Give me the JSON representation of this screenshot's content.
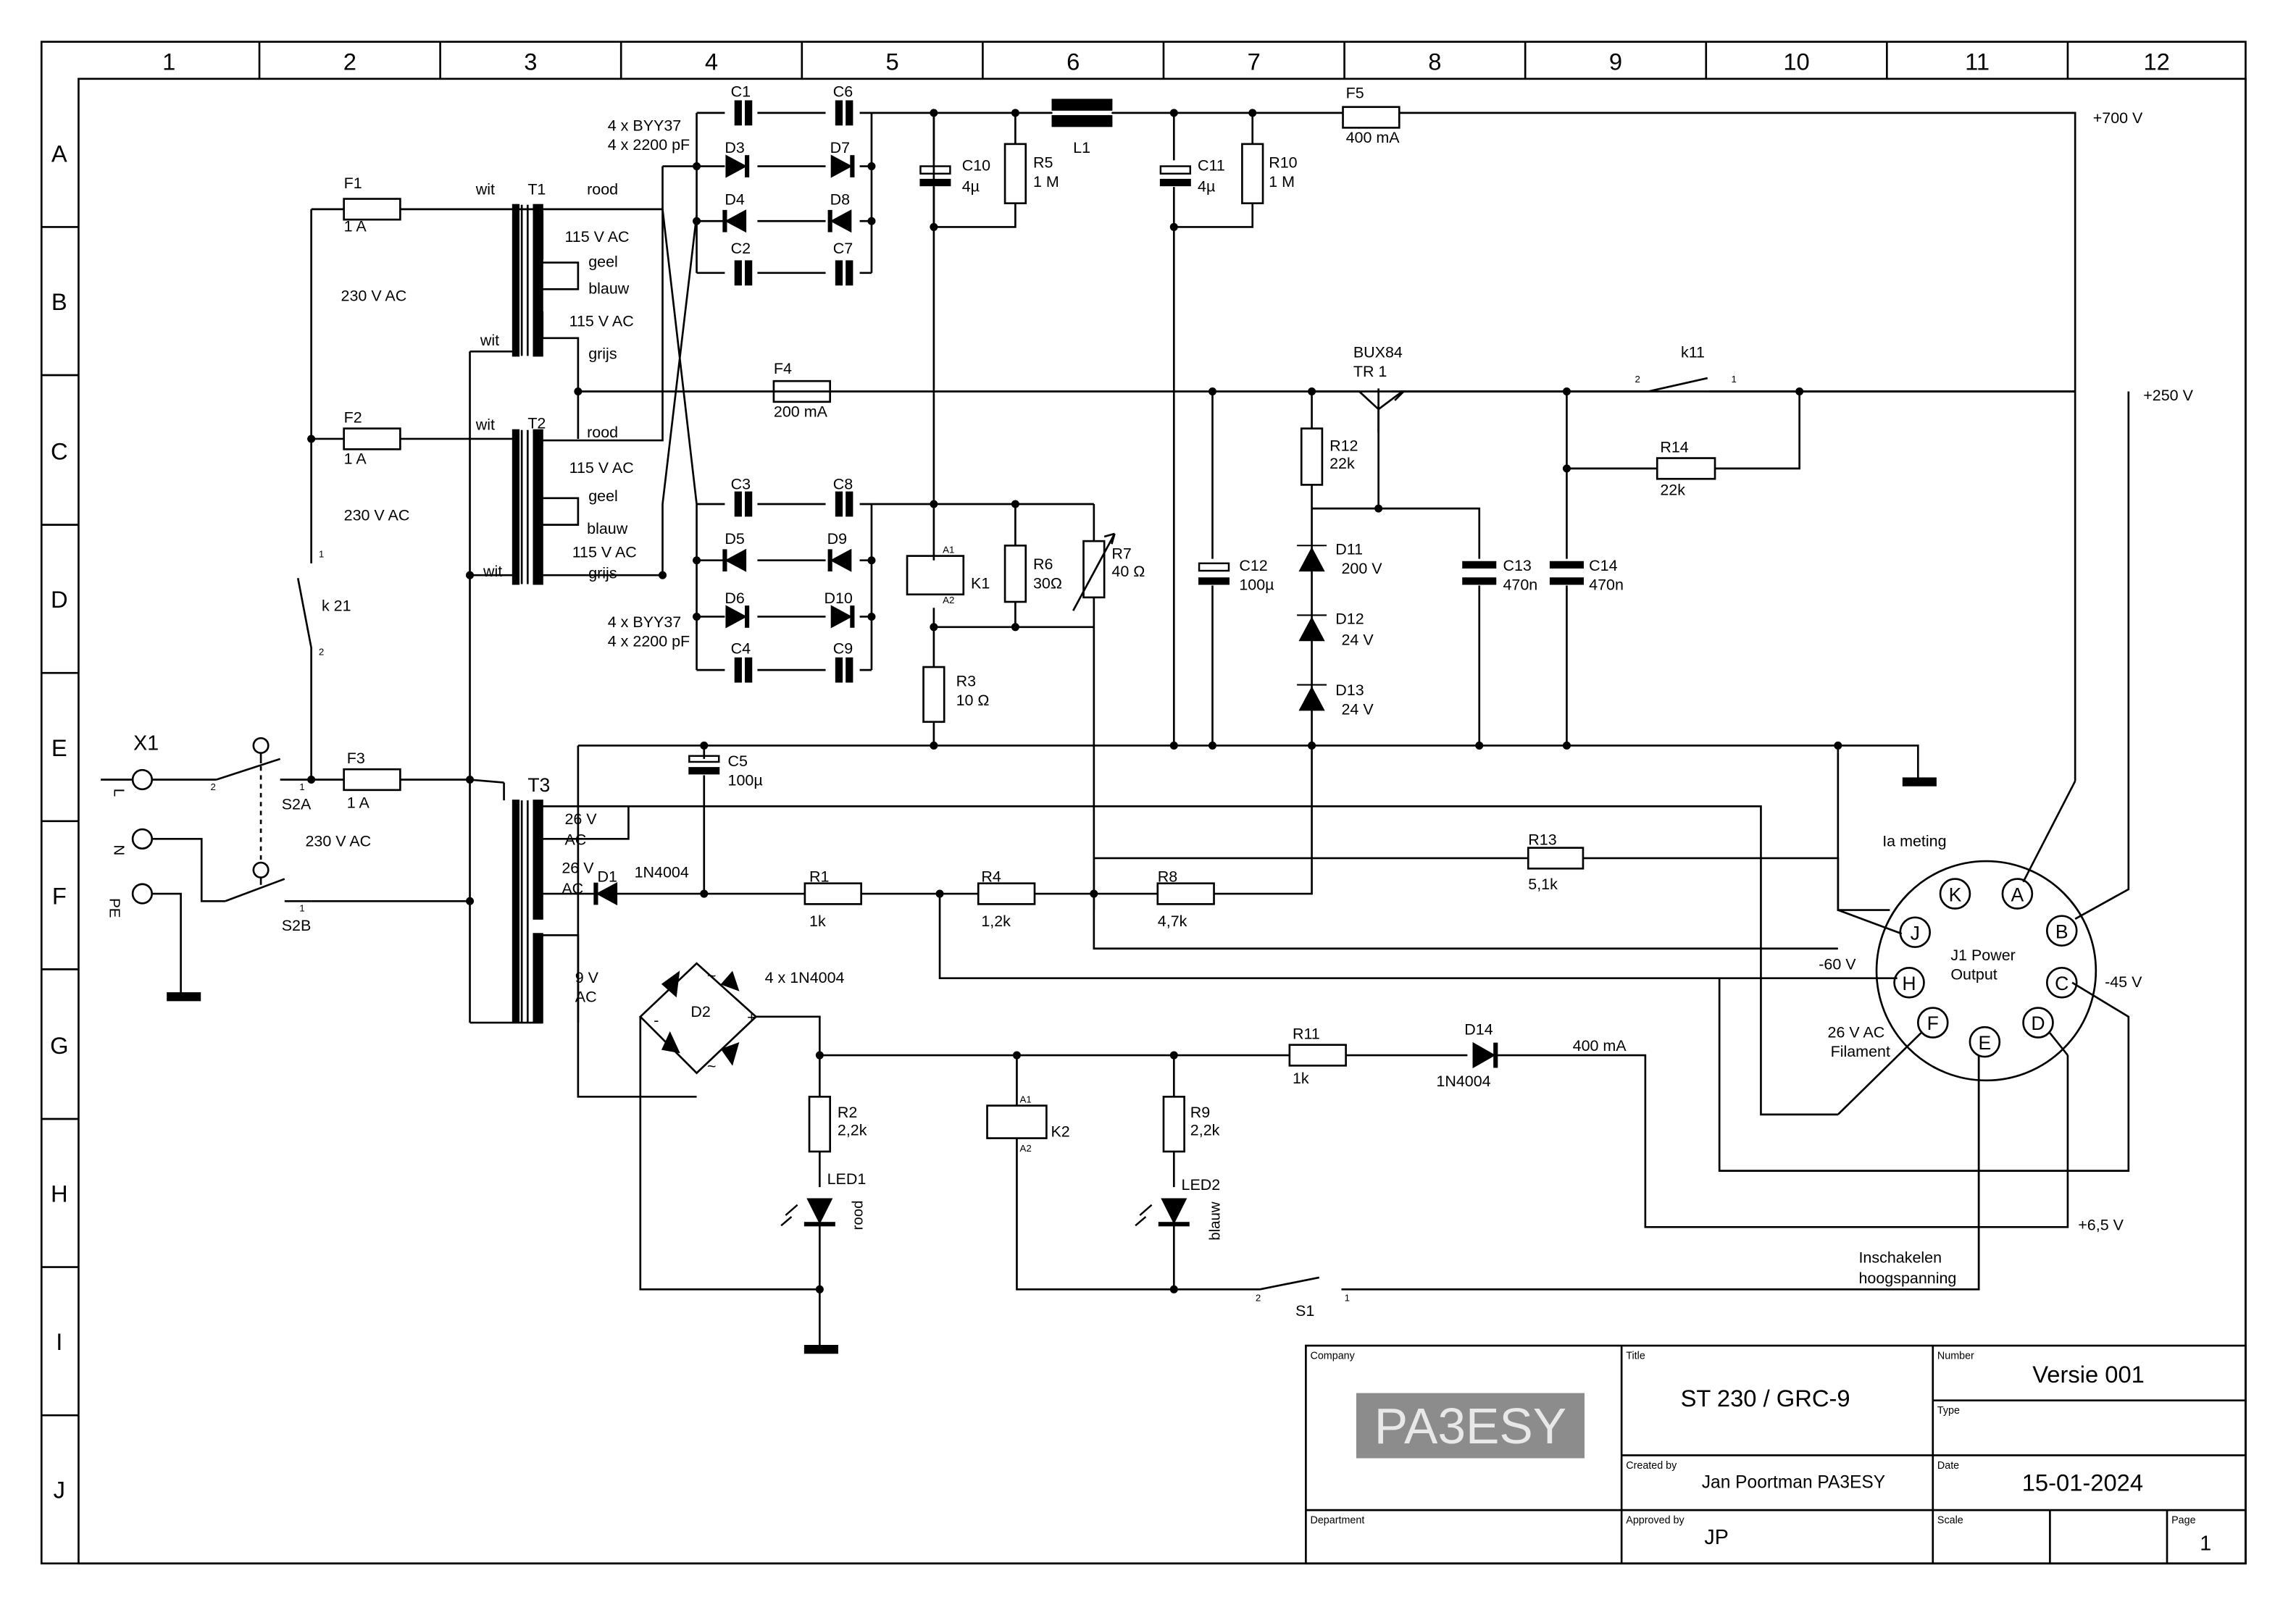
{
  "frame": {
    "columns": [
      "1",
      "2",
      "3",
      "4",
      "5",
      "6",
      "7",
      "8",
      "9",
      "10",
      "11",
      "12"
    ],
    "rows": [
      "A",
      "B",
      "C",
      "D",
      "E",
      "F",
      "G",
      "H",
      "I",
      "J"
    ]
  },
  "title_block": {
    "company_label": "Company",
    "company_logo_text": "PA3ESY",
    "department_label": "Department",
    "title_label": "Title",
    "title": "ST 230 / GRC-9",
    "created_label": "Created by",
    "created_by": "Jan Poortman PA3ESY",
    "approved_label": "Approved by",
    "approved_by": "JP",
    "number_label": "Number",
    "number": "Versie 001",
    "type_label": "Type",
    "date_label": "Date",
    "date": "15-01-2024",
    "scale_label": "Scale",
    "page_label": "Page",
    "page": "1"
  },
  "labels": {
    "F1": "F1",
    "F1v": "1 A",
    "F2": "F2",
    "F2v": "1 A",
    "F3": "F3",
    "F3v": "1 A",
    "F4": "F4",
    "F4v": "200 mA",
    "F5": "F5",
    "F5v": "400 mA",
    "mains1": "230 V AC",
    "mains2": "230 V AC",
    "mains3": "230 V AC",
    "T1": "T1",
    "T2": "T2",
    "T3": "T3",
    "wit1": "wit",
    "wit2": "wit",
    "wit3": "wit",
    "wit4": "wit",
    "rood1": "rood",
    "rood2": "rood",
    "t1_115a": "115 V AC",
    "geel1": "geel",
    "blauw1": "blauw",
    "t1_115b": "115 V AC",
    "grijs1": "grijs",
    "t2_115a": "115 V AC",
    "geel2": "geel",
    "blauw2": "blauw",
    "t2_115b": "115 V AC",
    "grijs2": "grijs",
    "byy1a": "4 x BYY37",
    "byy1b": "4 x 2200 pF",
    "byy2a": "4 x BYY37",
    "byy2b": "4 x 2200 pF",
    "C1": "C1",
    "C2": "C2",
    "C3": "C3",
    "C4": "C4",
    "C5": "C5",
    "C5v": "100µ",
    "C6": "C6",
    "C7": "C7",
    "C8": "C8",
    "C9": "C9",
    "C10": "C10",
    "C10v": "4µ",
    "C11": "C11",
    "C11v": "4µ",
    "C12": "C12",
    "C12v": "100µ",
    "C13": "C13",
    "C13v": "470n",
    "C14": "C14",
    "C14v": "470n",
    "D1": "D1",
    "D2": "D2",
    "D3": "D3",
    "D4": "D4",
    "D5": "D5",
    "D6": "D6",
    "D7": "D7",
    "D8": "D8",
    "D9": "D9",
    "D10": "D10",
    "D11": "D11",
    "D11v": "200 V",
    "D12": "D12",
    "D12v": "24 V",
    "D13": "D13",
    "D13v": "24 V",
    "D14": "D14",
    "D14v": "1N4004",
    "D1v": "1N4004",
    "D2v": "4 x 1N4004",
    "R1": "R1",
    "R1v": "1k",
    "R2": "R2",
    "R2v": "2,2k",
    "R3": "R3",
    "R3v": "10 Ω",
    "R4": "R4",
    "R4v": "1,2k",
    "R5": "R5",
    "R5v": "1 M",
    "R6": "R6",
    "R6v": "30Ω",
    "R7": "R7",
    "R7v": "40 Ω",
    "R8": "R8",
    "R8v": "4,7k",
    "R9": "R9",
    "R9v": "2,2k",
    "R10": "R10",
    "R10v": "1 M",
    "R11": "R11",
    "R11v": "1k",
    "R12": "R12",
    "R12v": "22k",
    "R13": "R13",
    "R13v": "5,1k",
    "R14": "R14",
    "R14v": "22k",
    "L1": "L1",
    "K1": "K1",
    "K2": "K2",
    "A1a": "A1",
    "A2a": "A2",
    "A1b": "A1",
    "A2b": "A2",
    "BUX84": "BUX84",
    "TR1": "TR 1",
    "k11": "k11",
    "k11_1": "1",
    "k11_2": "2",
    "k21": "k 21",
    "k21_1": "1",
    "k21_2": "2",
    "X1": "X1",
    "L": "L",
    "N": "N",
    "PE": "PE",
    "S2A": "S2A",
    "S2B": "S2B",
    "s2a_1": "1",
    "s2a_2": "2",
    "s2b_1": "1",
    "S1": "S1",
    "s1_1": "1",
    "s1_2": "2",
    "v26a": "26 V",
    "ac26a": "AC",
    "v26b": "26 V",
    "ac26b": "AC",
    "v9": "9 V",
    "ac9": "AC",
    "LED1": "LED1",
    "rood3": "rood",
    "LED2": "LED2",
    "blauw3": "blauw",
    "plus700": "+700 V",
    "plus250": "+250 V",
    "min60": "-60 V",
    "min45": "-45 V",
    "plus65": "+6,5 V",
    "ma400": "400 mA",
    "ia": "Ia meting",
    "J1a": "J1  Power",
    "J1b": "Output",
    "fil1": "26 V AC",
    "fil2": "Filament",
    "insch1": "Inschakelen",
    "insch2": "hoogspanning",
    "minus": "-",
    "plus": "+",
    "tilde1": "~",
    "tilde2": "~",
    "pinA": "A",
    "pinB": "B",
    "pinC": "C",
    "pinD": "D",
    "pinE": "E",
    "pinF": "F",
    "pinH": "H",
    "pinJ": "J",
    "pinK": "K"
  }
}
